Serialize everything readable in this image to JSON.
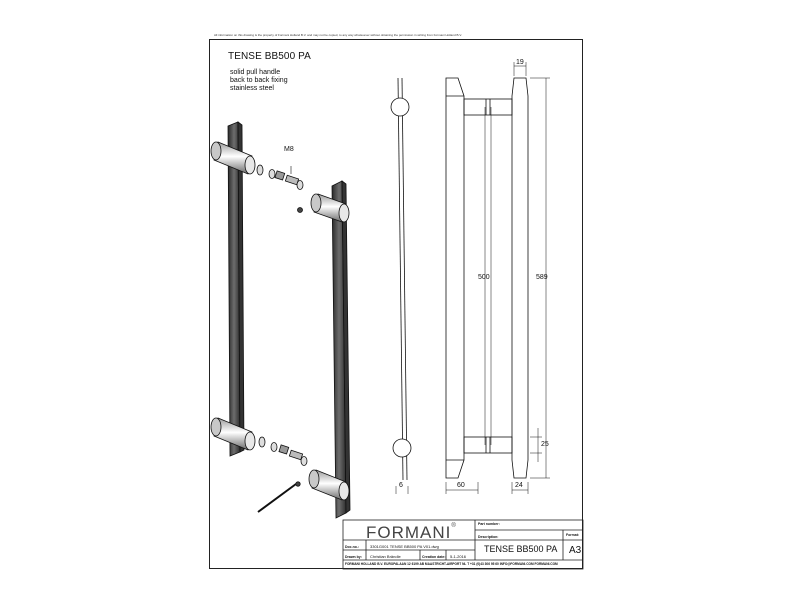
{
  "sheet": {
    "copyright": "All information on this drawing is the property of Formani Holland B.V. and may not be copied, to any way whatsoever without obtaining the permission in writing from Formani Holland B.V.",
    "title": "TENSE BB500 PA",
    "description_lines": [
      "solid pull handle",
      "back to back fixing",
      "stainless steel"
    ]
  },
  "dimensions": {
    "m8": "M8",
    "d19": "19",
    "d500": "500",
    "d589": "589",
    "d25": "25",
    "d6": "6",
    "d60": "60",
    "d24": "24"
  },
  "title_block": {
    "brand": "FORMANI",
    "brand_mark": "®",
    "part_number_label": "Part number:",
    "description_label": "Description:",
    "description_value": "TENSE BB500 PA",
    "format_label": "Format:",
    "format_value": "A3",
    "doc_no_label": "Doc.no.:",
    "doc_no_value": "3301G001 TENSE BB500 PA V01.dwg",
    "drawn_by_label": "Drawn by:",
    "drawn_by_value": "Christian Brändle",
    "creation_date_label": "Creation date:",
    "creation_date_value": "5-1-2016",
    "footer": "FORMANI HOLLAND B.V.  EUROPALAAN 12  6199 AB MAASTRICHT-AIRPORT NL  T +31 (0)43 306 95 60 INFO@FORMANI.COM FORMANI.COM"
  }
}
